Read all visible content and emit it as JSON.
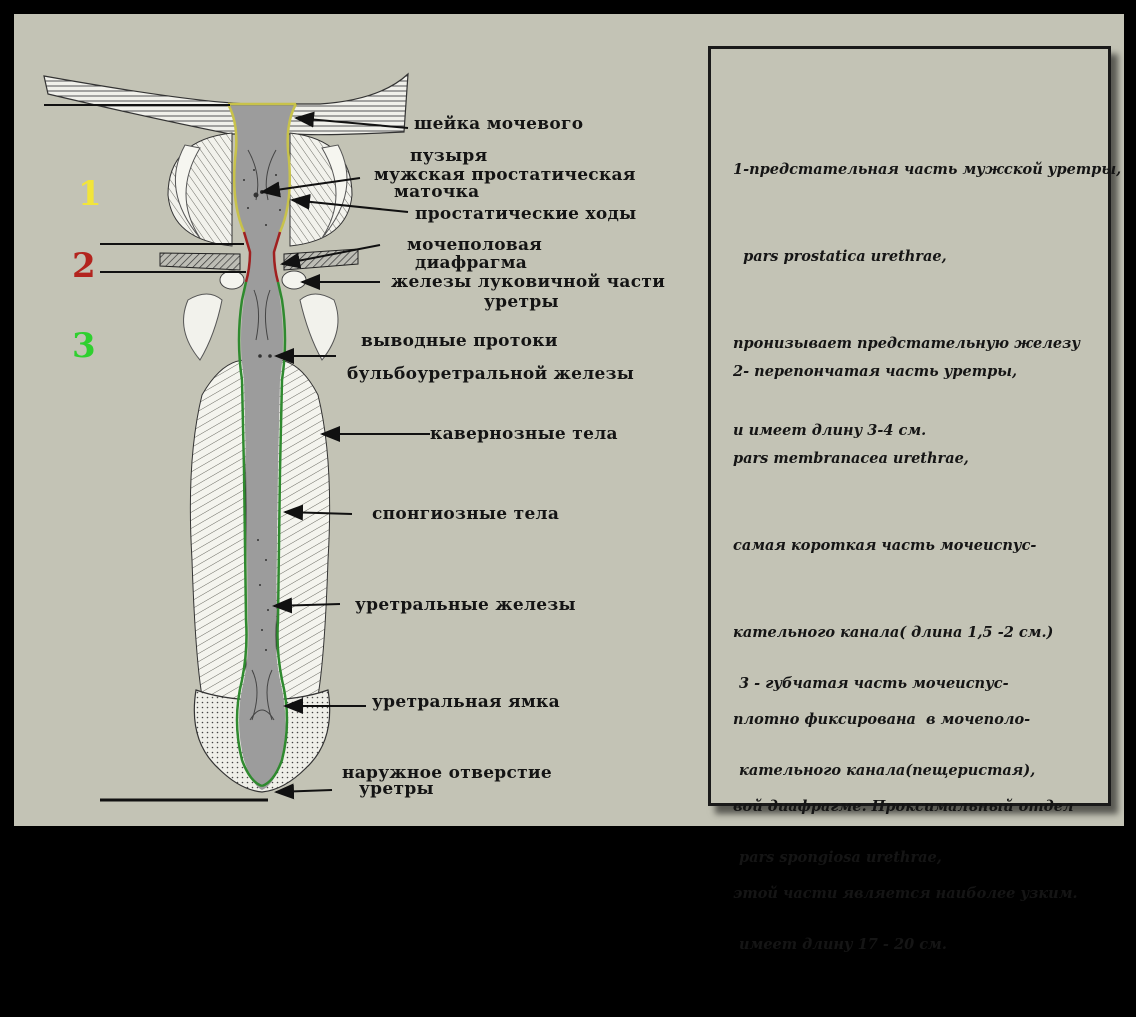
{
  "section_numbers": [
    {
      "text": "1",
      "color": "#f2e53a"
    },
    {
      "text": "2",
      "color": "#b3241e"
    },
    {
      "text": "3",
      "color": "#2fd02f"
    }
  ],
  "labels": {
    "bladder_neck": "шейка мочевого",
    "bladder": "пузыря",
    "utricle_1": "мужская простатическая",
    "utricle_2": "маточка",
    "prostatic_ducts": "простатические ходы",
    "diaphragm_1": "мочеполовая",
    "diaphragm_2": "диафрагма",
    "bulb_glands_1": "железы луковичной части",
    "bulb_glands_2": "уретры",
    "ducts_1": "выводные протоки",
    "ducts_2": "бульбоуретральной железы",
    "cavernous": "кавернозные тела",
    "spongy": "спонгиозные тела",
    "urethral_glands": "уретральные железы",
    "fossa": "уретральная ямка",
    "orifice_1": "наружное отверстие",
    "orifice_2": "уретры"
  },
  "descriptions": {
    "part1": [
      "1-предстательная часть мужской уретры,",
      "  pars prostatica urethrae,",
      "пронизывает предстательную железу",
      "и имеет длину 3-4 см."
    ],
    "part2": [
      "2- перепончатая часть уретры,",
      "pars membranacea urethrae,",
      "самая короткая часть мочеиспус-",
      "кательного канала( длина 1,5 -2 см.)",
      "плотно фиксирована  в мочеполо-",
      "вой диафрагме. Проксимальный отдел",
      "этой части является наиболее узким."
    ],
    "part3": [
      "3 - губчатая часть мочеиспус-",
      "кательного канала(пещеристая),",
      "pars spongiosa urethrae,",
      "имеет длину 17 - 20 см."
    ]
  },
  "colors": {
    "background": "#c3c3b5",
    "frame": "#000000",
    "urethra": "#9a9a9a",
    "prostatic_outline": "#c8c24a",
    "membranous_outline": "#a02020",
    "spongy_outline": "#2f8a2f",
    "text": "#141414"
  }
}
